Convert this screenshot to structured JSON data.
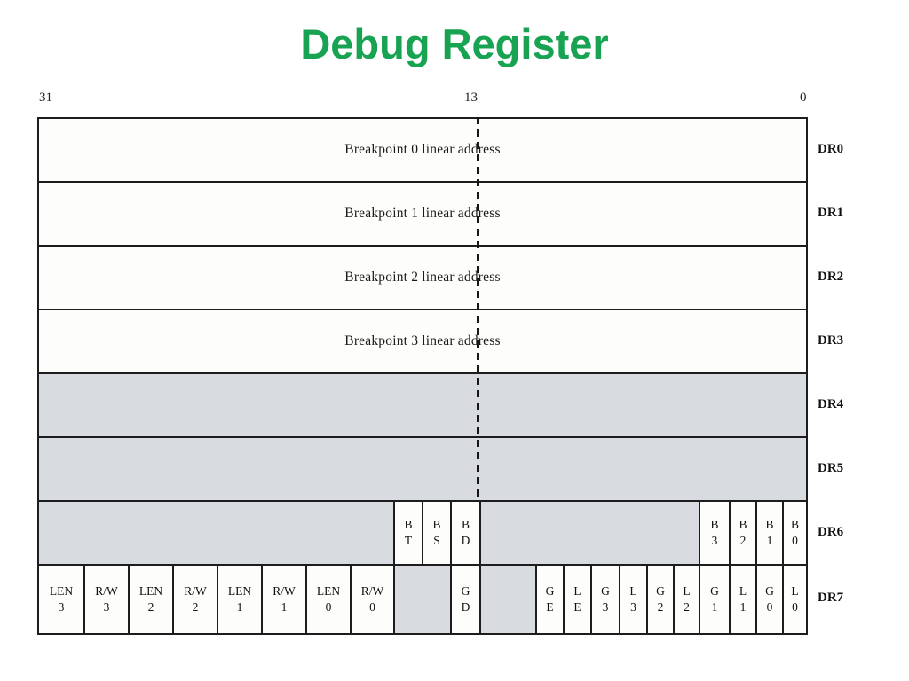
{
  "slide": {
    "title": "Debug Register"
  },
  "bit_ruler": {
    "bit31": "31",
    "bit13": "13",
    "bit0": "0"
  },
  "registers": [
    {
      "name": "DR0",
      "content": "Breakpoint 0 linear address"
    },
    {
      "name": "DR1",
      "content": "Breakpoint 1 linear address"
    },
    {
      "name": "DR2",
      "content": "Breakpoint 2 linear address"
    },
    {
      "name": "DR3",
      "content": "Breakpoint 3 linear address"
    },
    {
      "name": "DR4"
    },
    {
      "name": "DR5"
    },
    {
      "name": "DR6",
      "fields": [
        "B\nT",
        "B\nS",
        "B\nD",
        "B\n3",
        "B\n2",
        "B\n1",
        "B\n0"
      ]
    },
    {
      "name": "DR7",
      "fields": [
        "LEN\n3",
        "R/W\n3",
        "LEN\n2",
        "R/W\n2",
        "LEN\n1",
        "R/W\n1",
        "LEN\n0",
        "R/W\n0",
        "G\nD",
        "G\nE",
        "L\nE",
        "G\n3",
        "L\n3",
        "G\n2",
        "L\n2",
        "G\n1",
        "L\n1",
        "G\n0",
        "L\n0"
      ]
    }
  ],
  "colors": {
    "title": "#17a351",
    "reserved": "#d8dbdf",
    "line": "#1d1d1d"
  }
}
